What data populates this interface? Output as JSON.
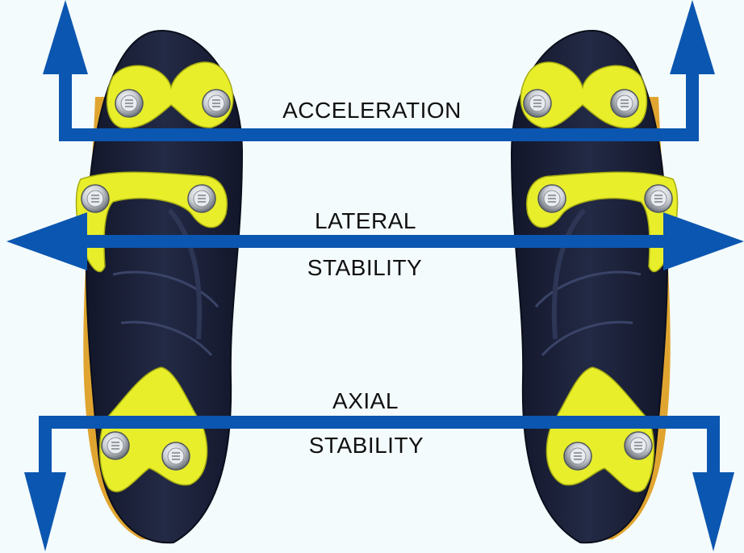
{
  "labels": {
    "acceleration": "ACCELERATION",
    "lateral": "LATERAL",
    "lateral_stability": "STABILITY",
    "axial": "AXIAL",
    "axial_stability": "STABILITY"
  },
  "colors": {
    "background": "#f4fbfc",
    "arrow": "#0b56b0",
    "sole": "#1b2035",
    "sole_highlight": "#2e3656",
    "plate": "#e8ee2a",
    "stud": "#c9cdd2",
    "trim": "#e0a530",
    "text": "#111111"
  },
  "icons": {
    "boots": "football-boot-soles-icon",
    "studs": "screw-in-stud-icon",
    "arrows": "direction-arrow-icon"
  }
}
